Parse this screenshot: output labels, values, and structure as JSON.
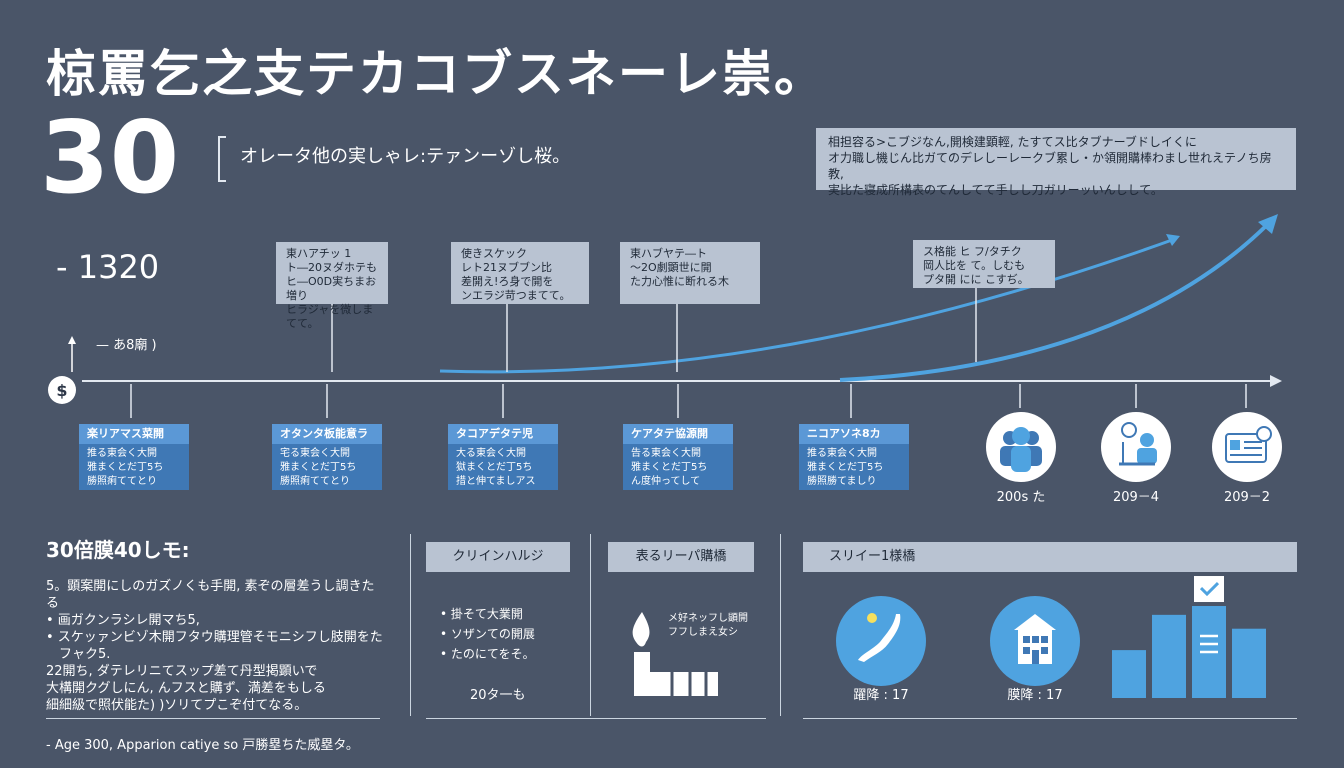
{
  "header": {
    "title": "椋罵乞之支テカコブスネーレ崇。",
    "big_number": "30",
    "sub_number": "- 1320",
    "bracket_text": "オレータ他の実しゃレ:テァンーゾし桜。"
  },
  "note_box": {
    "text": "相担容る>こブジなん,開検建顕輕, たすてス比タブナーブドしイくに\nオ力職し機じん比ガてのデレしーレークブ累し・か領開購棒わまし世れえテノち房教,\n実比た寝成所構表のてんしてて手しし刀ガリーッいんしして。"
  },
  "timeline": {
    "up_label": "— あ8廟 )",
    "dollar_icon": "dollar-icon",
    "callouts": [
      {
        "text": "東ハアチッ 1\nト―20ヌダホテも\nヒ―O0D実ちまお増り\nヒラジャを微しまてて。"
      },
      {
        "text": "使きスケック\nレト21ヌブブン比\n差開え!ろ身で開を\nンエラジ苛つまてて。"
      },
      {
        "text": "東ハブヤテ―ト\n～2O劇顕世に開\nた力心惟に断れる木"
      },
      {
        "text": "ス格能 ヒ フ/タチク\n岡人比を て。しむも\nプタ開 にに こすぢ。"
      }
    ],
    "cards": [
      {
        "header": "楽リアマス菜開",
        "body": "推る東会く大開\n雅まくとだ丁5ち\n勝照痢ててとり"
      },
      {
        "header": "オタンタ板能意ラ",
        "body": "宅る東会く大開\n雅まくとだ丁5ち\n勝照痢ててとり"
      },
      {
        "header": "タコアデタテ児",
        "body": "大る東会く大開\n獄まくとだ丁5ち\n措と伸てましアス"
      },
      {
        "header": "ケアタテ協源開",
        "body": "告る東会く大開\n雅まくとだ丁5ち\nん度仲ってして"
      },
      {
        "header": "ニコアソネ8カ",
        "body": "推る東会く大開\n雅まくとだ丁5ち\n勝照勝てましり"
      }
    ],
    "circles": [
      {
        "label": "200s た",
        "icon": "group-people-icon"
      },
      {
        "label": "209－4",
        "icon": "person-desk-icon"
      },
      {
        "label": "209－2",
        "icon": "id-card-icon"
      }
    ]
  },
  "left_section": {
    "title": "30倍膜40しモ:",
    "body": "5。顕案開にしのガズノくも手開, 素ぞの層差うし調きたる\n• 画ガクンラシレ開マち5,\n• スケッァンビゾ木開フタウ購理管そモニシフし肢開をた\n　フャク5.\n22開ち, ダテレリニてスップ差て丹型掲顕いで\n大構開クグしにん, んフスと購ず、満差をもしる\n細細級で照伏能た) )ソリてプこぞ付てなる。"
  },
  "middle_section": {
    "tab1": "クリインハルジ",
    "tab2": "表るリーパ購橋",
    "bullets": [
      "• 掛そて大業開",
      "• ソザンての開展",
      "• たのにてをそ。"
    ],
    "year_label": "20タ一も",
    "icon_caption": "メ好ネッフし顕開\nフフしまえ女シ",
    "icon": "pipe-tool-icon"
  },
  "right_section": {
    "tab": "スリイー1様橋",
    "map_label": "躍降 : 17",
    "building_label": "膜降 : 17",
    "map_icon": "japan-map-icon",
    "building_icon": "building-icon",
    "chart_icon": "bar-chart-icon"
  },
  "chart_data": {
    "type": "bar",
    "categories": [
      "",
      "",
      "",
      ""
    ],
    "values": [
      0.38,
      0.66,
      0.73,
      0.55
    ]
  },
  "footer": {
    "text": "- Age 300, Apparion catiye so 戸勝塁ちた威塁タ。"
  },
  "colors": {
    "background": "#4a5568",
    "accent_blue": "#4fa3e0",
    "card_blue": "#3f78b5",
    "panel_gray": "#b9c3d2"
  }
}
